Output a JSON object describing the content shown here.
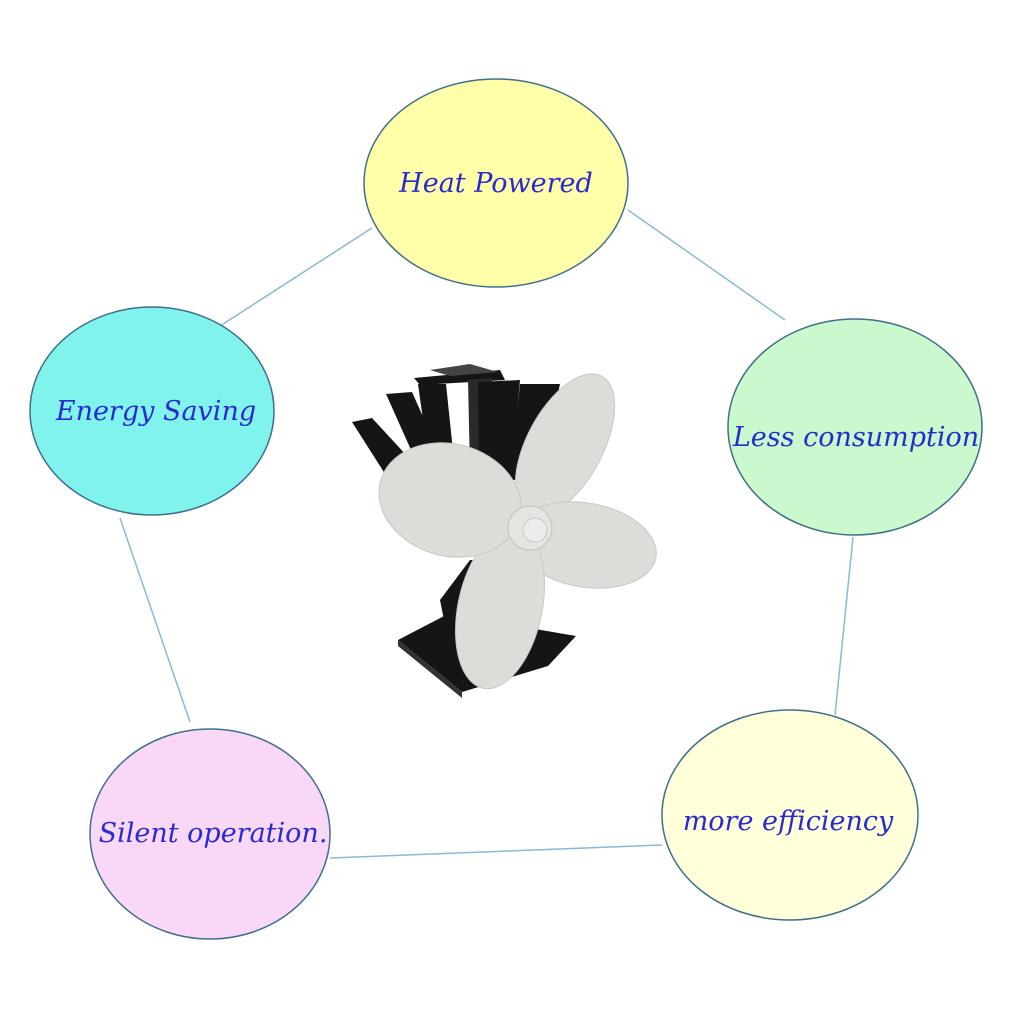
{
  "colors": {
    "text": "#2a2ad0",
    "outline": "#3f6f8a",
    "connector": "#8ab8d8",
    "fan_base": "#151515",
    "fan_blade": "#dcdcd8"
  },
  "features": [
    {
      "label": "Heat Powered",
      "fill": "#ffffaa"
    },
    {
      "label": "Energy Saving",
      "fill": "#7ff3ec"
    },
    {
      "label": "Less consumption",
      "fill": "#c9f9cc"
    },
    {
      "label": "Silent operation.",
      "fill": "#f9d8f7"
    },
    {
      "label": "more efficiency",
      "fill": "#ffffd9"
    }
  ],
  "center_image": {
    "icon": "stove-fan-icon"
  }
}
